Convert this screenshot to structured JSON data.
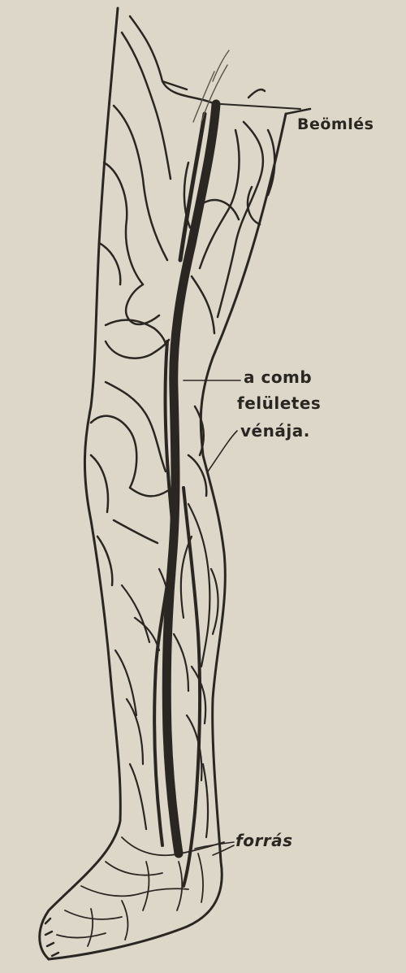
{
  "labels": {
    "inflow": "Beömlés",
    "vein_line1": "a comb",
    "vein_line2": "felületes",
    "vein_line3": "vénája.",
    "source": "forrás"
  },
  "colors": {
    "paper": "#ddd7ca",
    "ink": "#2a2622"
  }
}
